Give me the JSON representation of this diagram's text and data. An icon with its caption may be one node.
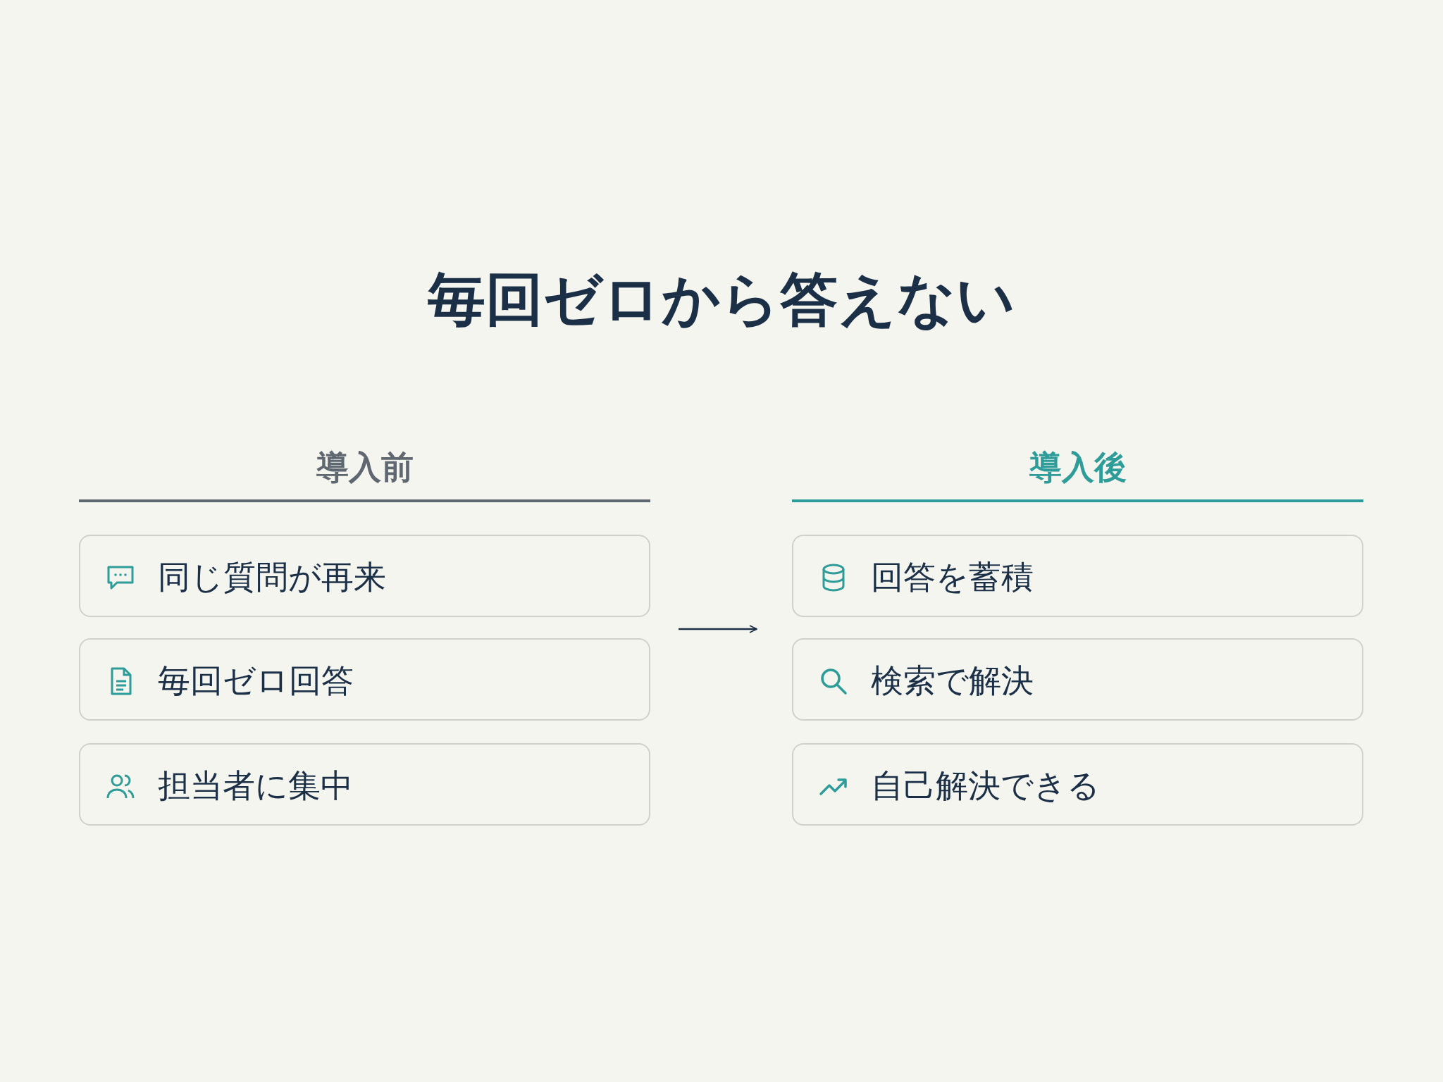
{
  "diagram": {
    "title": "毎回ゼロから答えない",
    "nodes": [
      {
        "text": [
          "導入前"
        ]
      },
      {
        "text": [
          "同じ質問が再来"
        ],
        "in": 0
      },
      {
        "text": [
          "毎回ゼロ回答"
        ],
        "in": 0
      },
      {
        "text": [
          "担当者に集中"
        ],
        "in": 0
      },
      {
        "text": [
          "導入後"
        ]
      },
      {
        "text": [
          "回答を蓄積"
        ],
        "in": 4
      },
      {
        "text": [
          "検索で解決"
        ],
        "in": 4
      },
      {
        "text": [
          "自己解決できる"
        ],
        "in": 4
      }
    ],
    "edges": [
      {
        "from": 0,
        "to": 4,
        "arrow": "to"
      }
    ]
  }
}
